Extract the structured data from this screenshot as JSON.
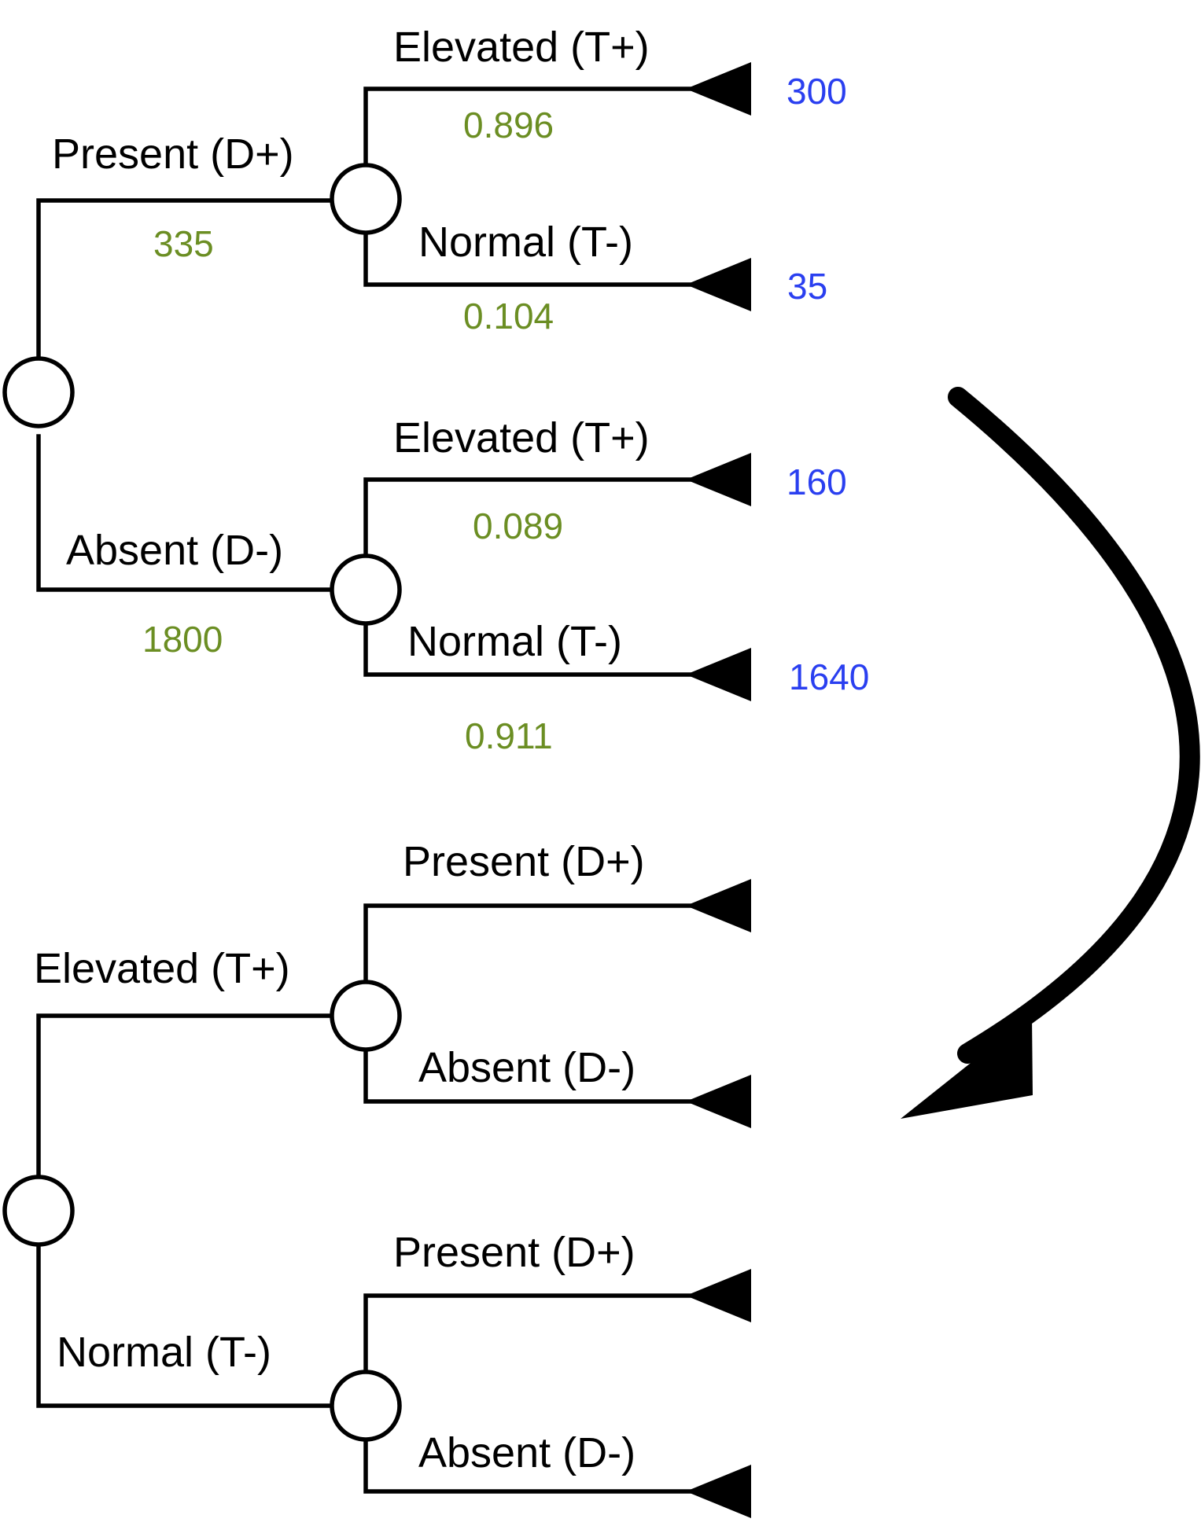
{
  "colors": {
    "line": "#000000",
    "probability": "#6b8e23",
    "count": "#2a3ff0",
    "text": "#000000",
    "background": "#ffffff"
  },
  "tree_disease_first": {
    "present": {
      "label": "Present (D+)",
      "count": "335",
      "elevated": {
        "label": "Elevated (T+)",
        "probability": "0.896",
        "outcome": "300"
      },
      "normal": {
        "label": "Normal (T-)",
        "probability": "0.104",
        "outcome": "35"
      }
    },
    "absent": {
      "label": "Absent (D-)",
      "count": "1800",
      "elevated": {
        "label": "Elevated (T+)",
        "probability": "0.089",
        "outcome": "160"
      },
      "normal": {
        "label": "Normal (T-)",
        "probability": "0.911",
        "outcome": "1640"
      }
    }
  },
  "tree_test_first": {
    "elevated": {
      "label": "Elevated (T+)",
      "present": {
        "label": "Present (D+)"
      },
      "absent": {
        "label": "Absent (D-)"
      }
    },
    "normal": {
      "label": "Normal (T-)",
      "present": {
        "label": "Present (D+)"
      },
      "absent": {
        "label": "Absent (D-)"
      }
    }
  },
  "arrow": {
    "icon": "curved-arrow-icon"
  }
}
